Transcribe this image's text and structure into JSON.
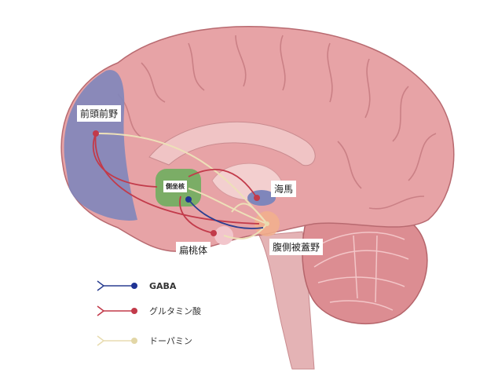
{
  "labels": {
    "prefrontal": "前頭前野",
    "accumbens": "側坐核",
    "hippocampus": "海馬",
    "amygdala": "扁桃体",
    "vta": "腹側被蓋野"
  },
  "legend": [
    {
      "name": "GABA",
      "color": "#2b3f91"
    },
    {
      "name": "グルタミン酸",
      "color": "#c23a4a"
    },
    {
      "name": "ドーパミン",
      "color": "#e8dcb0"
    }
  ],
  "colors": {
    "brain": "#e7a3a6",
    "brain_dark": "#c9797e",
    "prefrontal_region": "#7f86bb",
    "accumbens_region": "#6fae5f"
  }
}
